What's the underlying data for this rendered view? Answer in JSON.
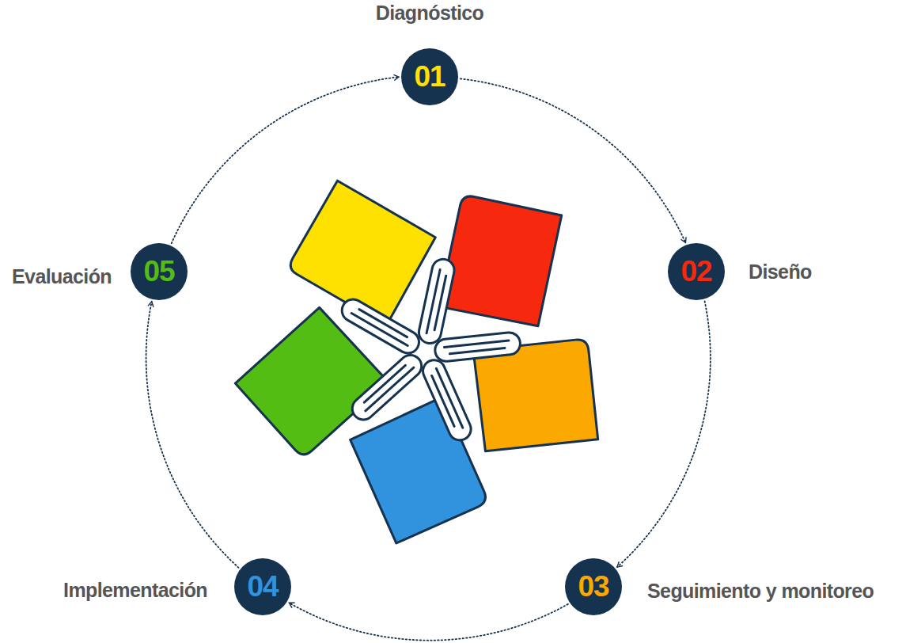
{
  "diagram": {
    "nodes": [
      {
        "text": [
          "01",
          "Diagnóstico"
        ]
      },
      {
        "text": [
          "02",
          "Diseño"
        ]
      },
      {
        "text": [
          "03",
          "Seguimiento y monitoreo"
        ]
      },
      {
        "text": [
          "04",
          "Implementación"
        ]
      },
      {
        "text": [
          "05",
          "Evaluación"
        ]
      }
    ],
    "edges": [
      {
        "from": 0,
        "to": 1,
        "arrow": "to"
      },
      {
        "from": 1,
        "to": 2,
        "arrow": "to"
      },
      {
        "from": 2,
        "to": 3,
        "arrow": "to"
      },
      {
        "from": 3,
        "to": 4,
        "arrow": "to"
      },
      {
        "from": 4,
        "to": 0,
        "arrow": "to"
      }
    ]
  }
}
